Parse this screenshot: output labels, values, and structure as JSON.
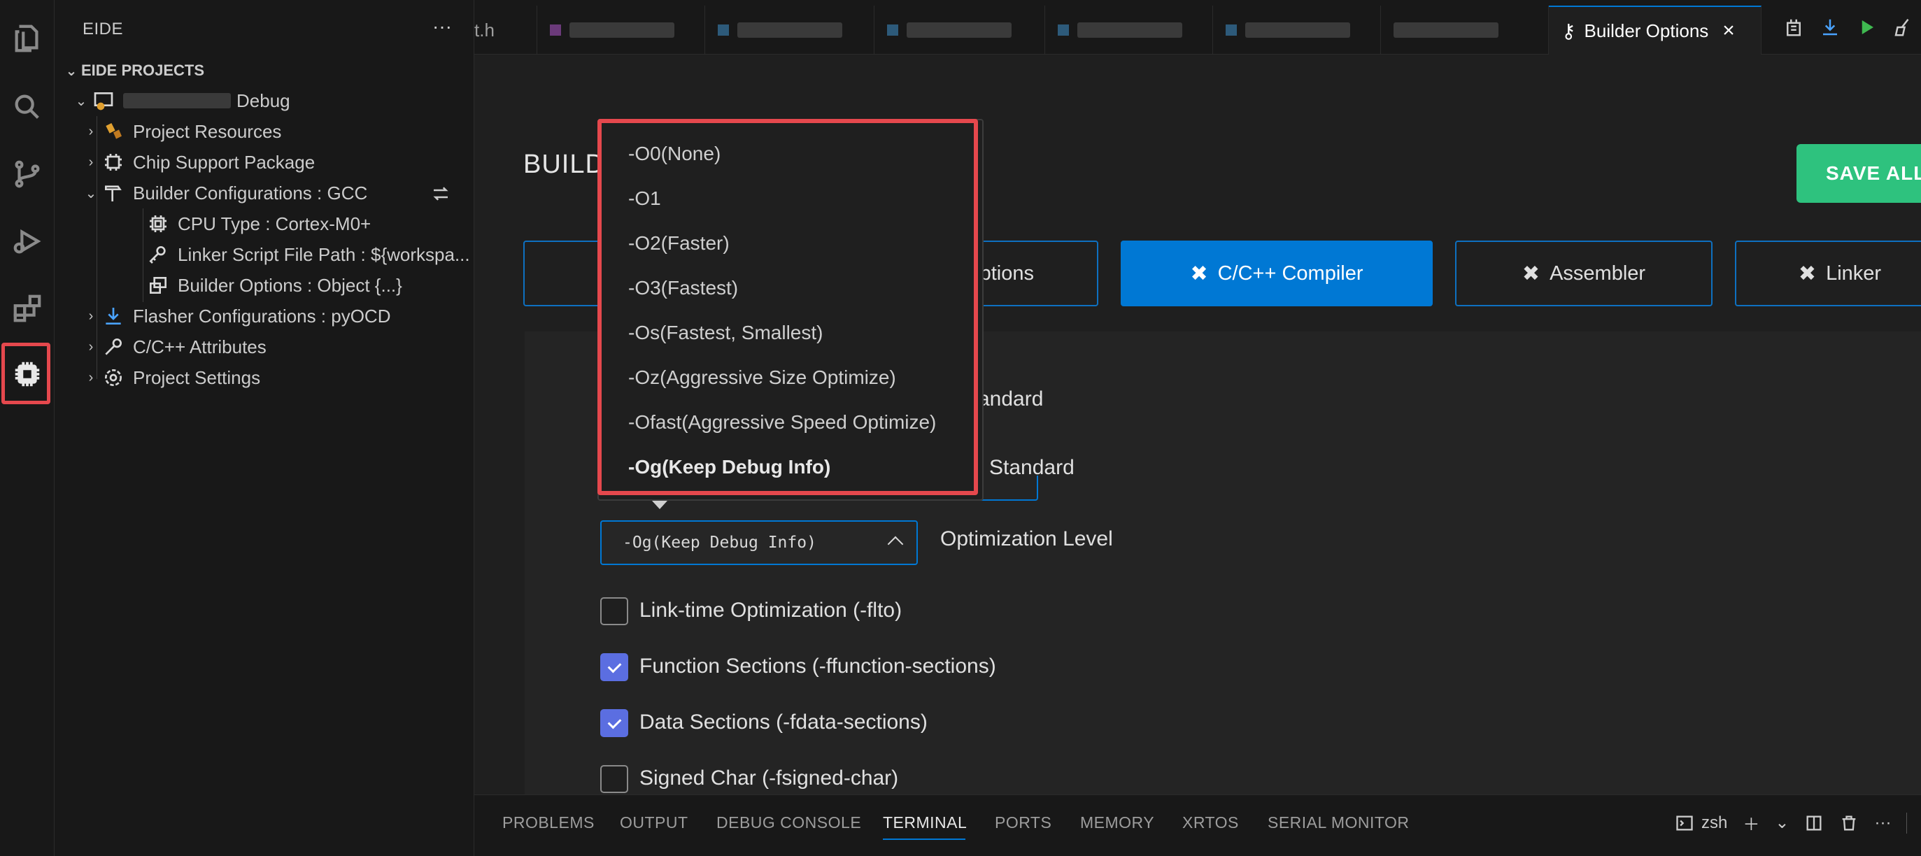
{
  "colors": {
    "accent": "#0078d4",
    "save": "#2ec27e",
    "highlight": "#e5484d",
    "checkbox_on": "#5b6ee1"
  },
  "sidebar": {
    "title": "EIDE",
    "more": "···",
    "section": "EIDE PROJECTS",
    "project_suffix": "Debug",
    "items": [
      {
        "label": "Project Resources",
        "icon": "resources-icon"
      },
      {
        "label": "Chip Support Package",
        "icon": "chip-icon"
      },
      {
        "label": "Builder Configurations : GCC",
        "icon": "hammer-icon"
      },
      {
        "label": "CPU Type : Cortex-M0+",
        "icon": "cpu-icon"
      },
      {
        "label": "Linker Script File Path : ${workspa...",
        "icon": "key-icon"
      },
      {
        "label": "Builder Options : Object {...}",
        "icon": "options-icon"
      },
      {
        "label": "Flasher Configurations : pyOCD",
        "icon": "download-icon"
      },
      {
        "label": "C/C++ Attributes",
        "icon": "wrench-icon"
      },
      {
        "label": "Project Settings",
        "icon": "gear-icon"
      }
    ]
  },
  "tabs": [
    {
      "label": "t.h"
    },
    {
      "label": ""
    },
    {
      "label": ""
    },
    {
      "label": ""
    },
    {
      "label": ""
    },
    {
      "label": ""
    },
    {
      "label": ""
    },
    {
      "label": "Builder Options",
      "active": true
    }
  ],
  "editor": {
    "title": "BUILD",
    "save_label": "SAVE ALL",
    "section_tabs": [
      "",
      "ptions",
      "C/C++ Compiler",
      "Assembler",
      "Linker"
    ],
    "labels": {
      "c_standard": "andard",
      "cpp_standard": "Standard",
      "optimization": "Optimization Level"
    },
    "select_value": "-Og(Keep Debug Info)",
    "checkboxes": [
      {
        "label": "Link-time Optimization (-flto)",
        "checked": false
      },
      {
        "label": "Function Sections (-ffunction-sections)",
        "checked": true
      },
      {
        "label": "Data Sections (-fdata-sections)",
        "checked": true
      },
      {
        "label": "Signed Char (-fsigned-char)",
        "checked": false
      }
    ]
  },
  "dropdown": {
    "options": [
      "-O0(None)",
      "-O1",
      "-O2(Faster)",
      "-O3(Fastest)",
      "-Os(Fastest, Smallest)",
      "-Oz(Aggressive Size Optimize)",
      "-Ofast(Aggressive Speed Optimize)",
      "-Og(Keep Debug Info)"
    ],
    "selected_index": 7
  },
  "panel": {
    "tabs": [
      "PROBLEMS",
      "OUTPUT",
      "DEBUG CONSOLE",
      "TERMINAL",
      "PORTS",
      "MEMORY",
      "XRTOS",
      "SERIAL MONITOR"
    ],
    "active": "TERMINAL",
    "shell": "zsh"
  }
}
